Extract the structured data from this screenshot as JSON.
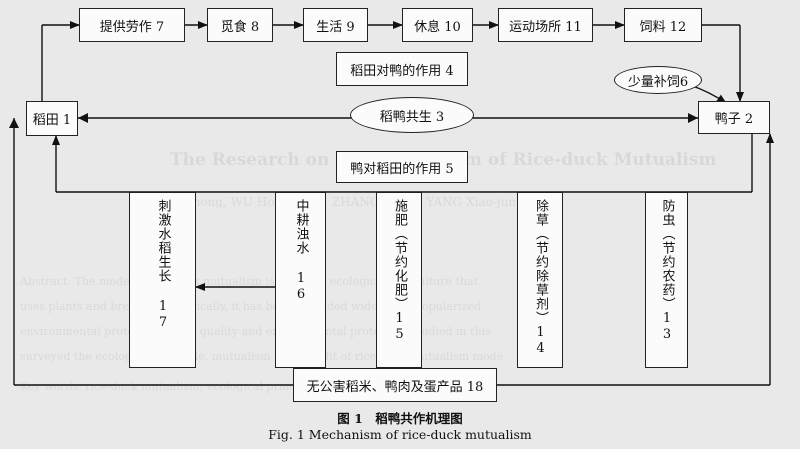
{
  "nodes": {
    "labor": "提供劳作 7",
    "forage": "觅食 8",
    "life": "生活 9",
    "rest": "休息 10",
    "exercise": "运动场所 11",
    "feed": "饲料 12",
    "field_to_duck": "稻田对鸭的作用 4",
    "symbiosis": "稻鸭共生 3",
    "duck_to_field": "鸭对稻田的作用 5",
    "supplement": "少量补饲6",
    "rice_field": "稻田 1",
    "duck": "鸭子 2",
    "stimulate": "刺激水稻生长 17",
    "plow": "中耕浊水 16",
    "fertilize": "施肥（节约化肥）15",
    "weed": "除草（节约除草剂）14",
    "pest": "防虫（节约农药）13",
    "product": "无公害稻米、鸭肉及蛋产品 18"
  },
  "caption": {
    "cn": "图 1　稻鸭共作机理图",
    "en": "Fig. 1   Mechanism of rice-duck mutualism"
  }
}
